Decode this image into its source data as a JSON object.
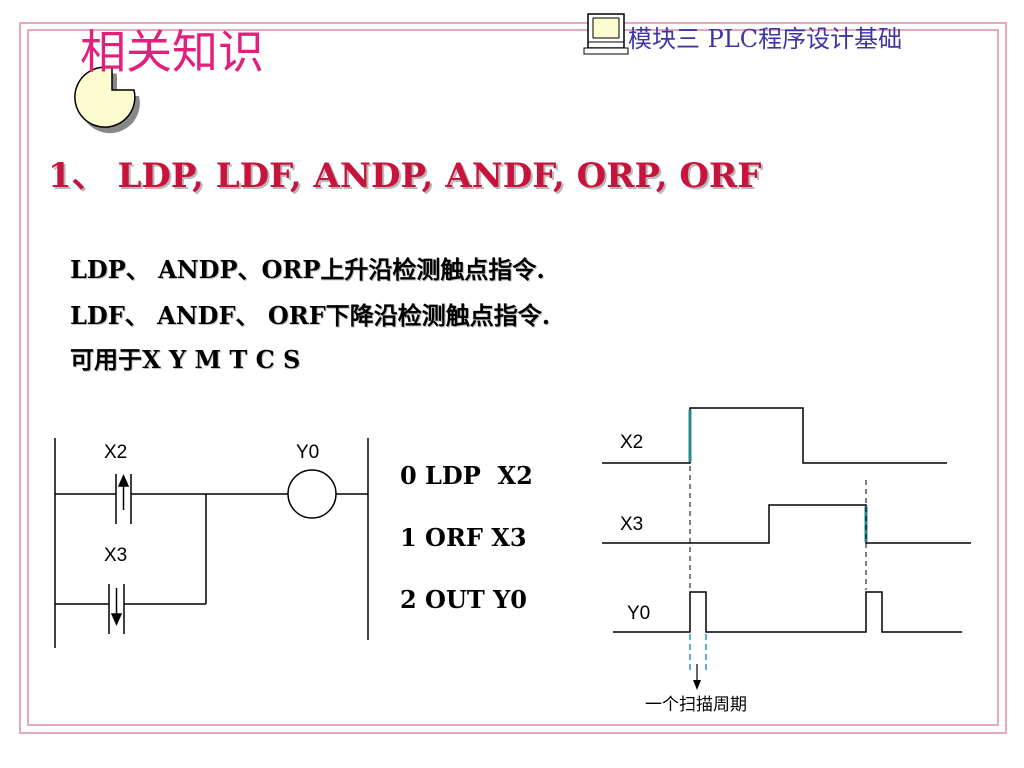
{
  "header": {
    "title": "相关知识",
    "module": "模块三 PLC程序设计基础"
  },
  "section": {
    "heading": "1、  LDP, LDF, ANDP, ANDF, ORP, ORF"
  },
  "description": {
    "line1": "LDP、 ANDP、ORP上升沿检测触点指令.",
    "line2": "LDF、 ANDF、 ORF下降沿检测触点指令.",
    "line3": "可用于X  Y  M  T  C  S"
  },
  "ladder": {
    "contact1_label": "X2",
    "contact2_label": "X3",
    "coil_label": "Y0"
  },
  "program": {
    "line0": "0 LDP  X2",
    "line1": "1 ORF X3",
    "line2": "2 OUT Y0"
  },
  "timing": {
    "signal1": "X2",
    "signal2": "X3",
    "signal3": "Y0",
    "caption": "一个扫描周期"
  },
  "colors": {
    "title": "#e21f7d",
    "heading": "#c8143c",
    "module": "#3d34a6",
    "frame": "#e7a7bf",
    "edge_marker": "#2a8a8a"
  }
}
